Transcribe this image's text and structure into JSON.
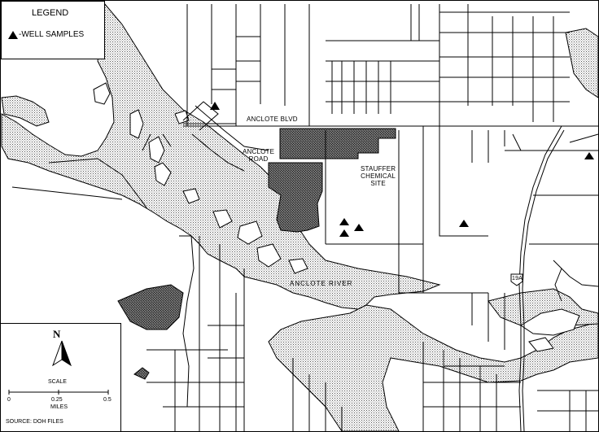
{
  "legend": {
    "title": "LEGEND",
    "item_label": "-WELL SAMPLES",
    "item_symbol": "triangle-icon"
  },
  "labels": {
    "anclote_blvd": "ANCLOTE BLVD",
    "anclote_road": "ANCLOTE\nROAD",
    "stauffer_site": "STAUFFER\nCHEMICAL\nSITE",
    "anclote_river": "ANCLOTE RIVER",
    "highway_shield": "19A"
  },
  "scale": {
    "north": "N",
    "title": "SCALE",
    "ticks": [
      "0",
      "0.25",
      "0.5"
    ],
    "unit": "MILES",
    "source": "SOURCE: DOH FILES"
  },
  "colors": {
    "water_fill": "stipple-gray",
    "site_fill": "crosshatch-dark",
    "line": "#000000"
  }
}
